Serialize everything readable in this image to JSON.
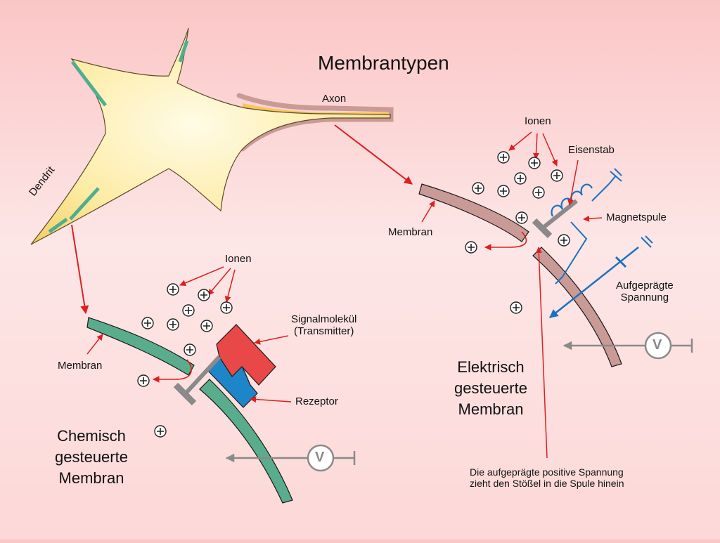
{
  "title": "Membrantypen",
  "neuron": {
    "axon_label": "Axon",
    "dendrite_label": "Dendrit"
  },
  "chemical": {
    "ions_label": "Ionen",
    "membrane_label": "Membran",
    "signal_molecule_label": "Signalmolekül\n(Transmitter)",
    "receptor_label": "Rezeptor",
    "caption": "Chemisch\ngesteuerte\nMembran",
    "voltmeter_symbol": "V"
  },
  "electrical": {
    "ions_label": "Ionen",
    "iron_rod_label": "Eisenstab",
    "coil_label": "Magnetspule",
    "membrane_label": "Membran",
    "applied_voltage_label": "Aufgeprägte\nSpannung",
    "caption": "Elektrisch\ngesteuerte\nMembran",
    "voltmeter_symbol": "V",
    "note": "Die aufgeprägte positive Spannung\nzieht den Stößel in die Spule hinein"
  },
  "colors": {
    "cell_body": "#fde79a",
    "green_membrane": "#5aad8c",
    "rose_membrane": "#c99a96",
    "arrow_red": "#dd1f1f",
    "receptor_blue": "#1e86c8",
    "transmitter_red": "#e84848",
    "gray": "#8a8a8a",
    "circuit_blue": "#1a72c0"
  },
  "icons": [
    "plus-ion-icon",
    "voltmeter-icon",
    "battery-icon",
    "coil-icon"
  ]
}
